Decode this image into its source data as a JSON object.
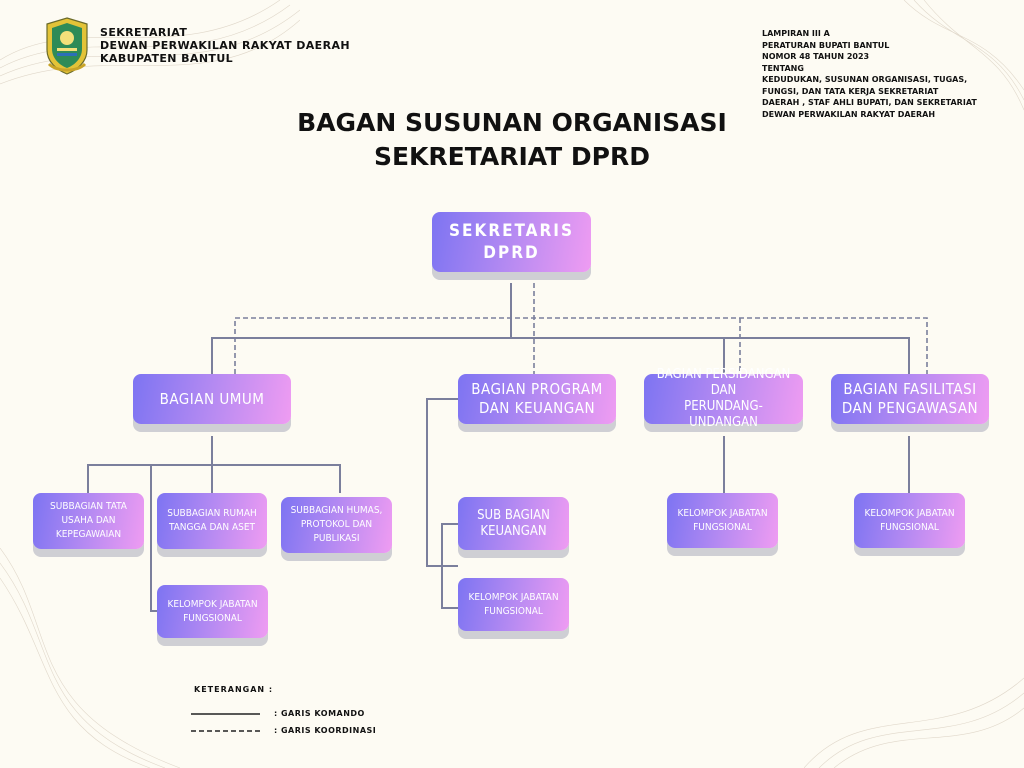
{
  "header": {
    "line1": "SEKRETARIAT",
    "line2": "DEWAN PERWAKILAN RAKYAT DAERAH",
    "line3": "KABUPATEN BANTUL"
  },
  "lampiran": {
    "l1": "LAMPIRAN III A",
    "l2": "PERATURAN BUPATI BANTUL",
    "l3": "NOMOR 48 TAHUN 2023",
    "l4": "TENTANG",
    "l5": "KEDUDUKAN, SUSUNAN ORGANISASI, TUGAS,",
    "l6": "FUNGSI, DAN TATA KERJA SEKRETARIAT",
    "l7": "DAERAH , STAF AHLI BUPATI, DAN SEKRETARIAT",
    "l8": "DEWAN PERWAKILAN RAKYAT DAERAH"
  },
  "title": {
    "line1": "BAGAN SUSUNAN ORGANISASI",
    "line2": "SEKRETARIAT DPRD"
  },
  "nodes": {
    "sekretaris": [
      "SEKRETARIS",
      "DPRD"
    ],
    "bagian_umum": [
      "BAGIAN UMUM"
    ],
    "bagian_program": [
      "BAGIAN PROGRAM",
      "DAN KEUANGAN"
    ],
    "bagian_persidangan": [
      "BAGIAN PERSIDANGAN DAN",
      "PERUNDANG-UNDANGAN"
    ],
    "bagian_fasilitasi": [
      "BAGIAN FASILITASI",
      "DAN PENGAWASAN"
    ],
    "sub_tata_usaha": [
      "SUBBAGIAN TATA",
      "USAHA DAN",
      "KEPEGAWAIAN"
    ],
    "sub_rumah_tangga": [
      "SUBBAGIAN RUMAH",
      "TANGGA DAN ASET"
    ],
    "sub_humas": [
      "SUBBAGIAN HUMAS,",
      "PROTOKOL DAN",
      "PUBLIKASI"
    ],
    "kjf_umum": [
      "KELOMPOK JABATAN",
      "FUNGSIONAL"
    ],
    "sub_keuangan": [
      "SUB BAGIAN",
      "KEUANGAN"
    ],
    "kjf_program": [
      "KELOMPOK JABATAN",
      "FUNGSIONAL"
    ],
    "kjf_persidangan": [
      "KELOMPOK JABATAN",
      "FUNGSIONAL"
    ],
    "kjf_fasilitasi": [
      "KELOMPOK JABATAN",
      "FUNGSIONAL"
    ]
  },
  "legend": {
    "title": "KETERANGAN :",
    "komando": ": GARIS KOMANDO",
    "koordinasi": ": GARIS KOORDINASI"
  },
  "colors": {
    "box_start": "#7d74f2",
    "box_end": "#ef9cf2",
    "line": "#7b7f9c",
    "background": "#fdfbf3"
  }
}
